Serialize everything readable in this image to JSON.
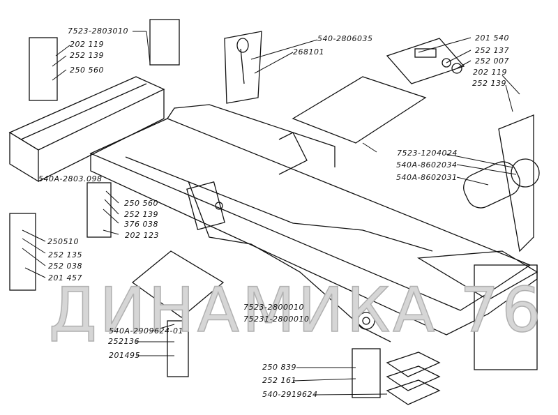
{
  "watermark": "ДИНАМИКА 76",
  "labels": {
    "frame_side_member": "7523-2803010",
    "bolt_202119_left": "202 119",
    "washer_252139_left": "252 139",
    "nut_250560_left": "250 560",
    "pin": "540-2806035",
    "cotter": "268101",
    "bolt_201540": "201 540",
    "washer_252137": "252 137",
    "washer_252007": "252 007",
    "bolt_202119_right": "202 119",
    "washer_252139_right": "252 139",
    "cover_7523": "7523-1204024",
    "plate_8602034": "540А-8602034",
    "cylinder_8602031": "540А-8602031",
    "bracket_2803098": "540А-2803.098",
    "nut_250560_mid": "250 560",
    "washer_252139_mid": "252 139",
    "washer_376038": "376 038",
    "bolt_202123": "202 123",
    "nut_250510": "250510",
    "washer_252135": "252 135",
    "washer_252038": "252 038",
    "bolt_201457": "201 457",
    "frame_main": "7523-2800010",
    "frame_alt": "75231-2800010",
    "plate_2909624": "540А-2909624-01",
    "washer_252136": "252136",
    "bolt_201495": "201495",
    "nut_250839": "250 839",
    "washer_252161": "252 161",
    "pad_2919624": "540-2919624"
  }
}
